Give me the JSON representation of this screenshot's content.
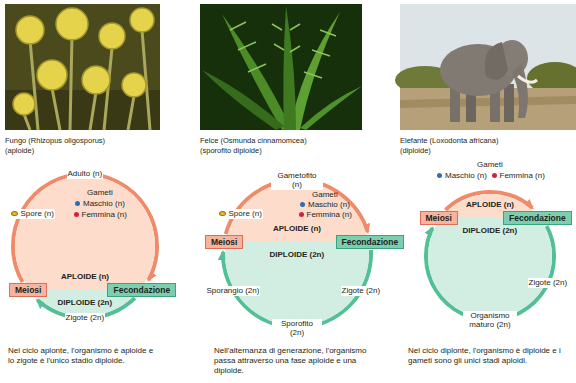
{
  "diagram": {
    "nodes": [
      {
        "text": [
          "APLOIDE (n)",
          "DIPLOIDE (2n)"
        ]
      },
      {
        "text": [
          "Meiosi"
        ]
      },
      {
        "text": [
          "Fecondazione"
        ]
      },
      {
        "text": [
          "APLOIDE (n)",
          "DIPLOIDE (2n)"
        ]
      },
      {
        "text": [
          "Meiosi"
        ]
      },
      {
        "text": [
          "Fecondazione"
        ]
      },
      {
        "text": [
          "APLOIDE (n)",
          "DIPLOIDE (2n)"
        ]
      },
      {
        "text": [
          "Meiosi"
        ]
      },
      {
        "text": [
          "Fecondazione"
        ]
      }
    ],
    "edges": [
      {
        "from": 1,
        "to": 2,
        "arrow": "to"
      },
      {
        "from": 2,
        "to": 1,
        "arrow": "to"
      },
      {
        "from": 4,
        "to": 5,
        "arrow": "to"
      },
      {
        "from": 5,
        "to": 4,
        "arrow": "to"
      },
      {
        "from": 7,
        "to": 8,
        "arrow": "to"
      },
      {
        "from": 8,
        "to": 7,
        "arrow": "to"
      }
    ],
    "labels": [
      "Fungo (Rhizopus oligosporus)",
      "(aploide)",
      "Felce (Osmunda cinnamomcea)",
      "(sporofito diploide)",
      "Elefante (Loxodonta africana)",
      "(diploide)",
      "Adulto (n)",
      "Spore (n)",
      "Gameti",
      "Maschio (n)",
      "Femmina (n)",
      "Zigote (2n)",
      "Gametofito (n)",
      "Spore (n)",
      "Gameti",
      "Maschio (n)",
      "Femmina (n)",
      "Sporangio (2n)",
      "Zigote (2n)",
      "Sporofito (2n)",
      "Gameti",
      "Maschio (n)",
      "Femmina (n)",
      "Zigote (2n)",
      "Organismo maturo (2n)",
      "Nel ciclo aplonte, l'organismo è aploide e lo zigote è l'unico stadio diploide.",
      "Nell'alternanza di generazione, l'organismo passa attraverso una fase aploide e una diploide.",
      "Nel ciclo diplonte, l'organismo è diploide e i gameti sono gli unici stadi aploidi."
    ]
  }
}
